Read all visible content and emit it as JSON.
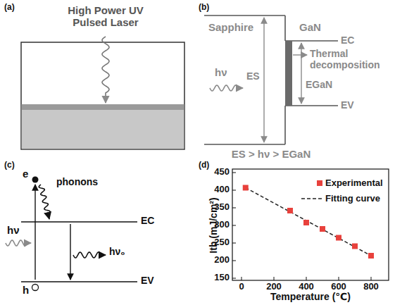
{
  "diagram": {
    "labels": [
      "(a)",
      "High Power UV Pulsed Laser",
      "(b)",
      "Sapphire",
      "GaN",
      "EC",
      "ES",
      "hν",
      "EGaN",
      "Thermal decomposition",
      "EV",
      "ES > hν > EGaN",
      "(c)",
      "e",
      "phonons",
      "hν",
      "EC",
      "hν₀",
      "EV",
      "h",
      "(d)",
      "Ith (mJ/cm²)",
      "450",
      "400",
      "350",
      "300",
      "250",
      "200",
      "150",
      "0",
      "200",
      "400",
      "600",
      "800",
      "Temperature (℃)"
    ],
    "legend": [
      {
        "text": "Experimental",
        "color": "#e8413c"
      },
      {
        "text": "Fitting curve"
      }
    ]
  }
}
